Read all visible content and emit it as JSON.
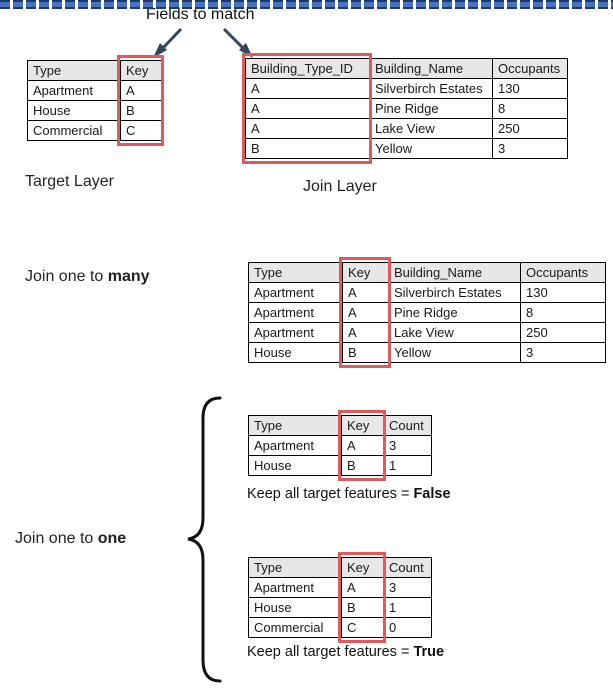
{
  "colors": {
    "red_box": "#E05A5C",
    "header_bg": "#E7E7E7",
    "navy_arrow": "#31465F",
    "divider_dark": "#1F3864",
    "divider_blue": "#4472C4",
    "brace": "#111111"
  },
  "fields_to_match": {
    "caption": "Fields to match"
  },
  "target_layer": {
    "label": "Target Layer",
    "table": {
      "headers": [
        "Type",
        "Key"
      ],
      "rows": [
        [
          "Apartment",
          "A"
        ],
        [
          "House",
          "B"
        ],
        [
          "Commercial",
          "C"
        ]
      ],
      "highlight_col": 1
    }
  },
  "join_layer": {
    "label": "Join Layer",
    "table": {
      "headers": [
        "Building_Type_ID",
        "Building_Name",
        "Occupants"
      ],
      "rows": [
        [
          "A",
          "Silverbirch Estates",
          "130"
        ],
        [
          "A",
          "Pine Ridge",
          "8"
        ],
        [
          "A",
          "Lake View",
          "250"
        ],
        [
          "B",
          "Yellow",
          "3"
        ]
      ],
      "highlight_col": 0
    }
  },
  "join_one_to_many": {
    "label_prefix": "Join one to ",
    "label_bold": "many",
    "table": {
      "headers": [
        "Type",
        "Key",
        "Building_Name",
        "Occupants"
      ],
      "rows": [
        [
          "Apartment",
          "A",
          "Silverbirch Estates",
          "130"
        ],
        [
          "Apartment",
          "A",
          "Pine Ridge",
          "8"
        ],
        [
          "Apartment",
          "A",
          "Lake View",
          "250"
        ],
        [
          "House",
          "B",
          "Yellow",
          "3"
        ]
      ],
      "highlight_col": 1
    }
  },
  "join_one_to_one": {
    "label_prefix": "Join one to ",
    "label_bold": "one",
    "false_result": {
      "table": {
        "headers": [
          "Type",
          "Key",
          "Count"
        ],
        "rows": [
          [
            "Apartment",
            "A",
            "3"
          ],
          [
            "House",
            "B",
            "1"
          ]
        ],
        "highlight_col": 1
      },
      "caption_prefix": "Keep all target features = ",
      "caption_bold": "False"
    },
    "true_result": {
      "table": {
        "headers": [
          "Type",
          "Key",
          "Count"
        ],
        "rows": [
          [
            "Apartment",
            "A",
            "3"
          ],
          [
            "House",
            "B",
            "1"
          ],
          [
            "Commercial",
            "C",
            "0"
          ]
        ],
        "highlight_col": 1
      },
      "caption_prefix": "Keep all target features = ",
      "caption_bold": "True"
    }
  }
}
